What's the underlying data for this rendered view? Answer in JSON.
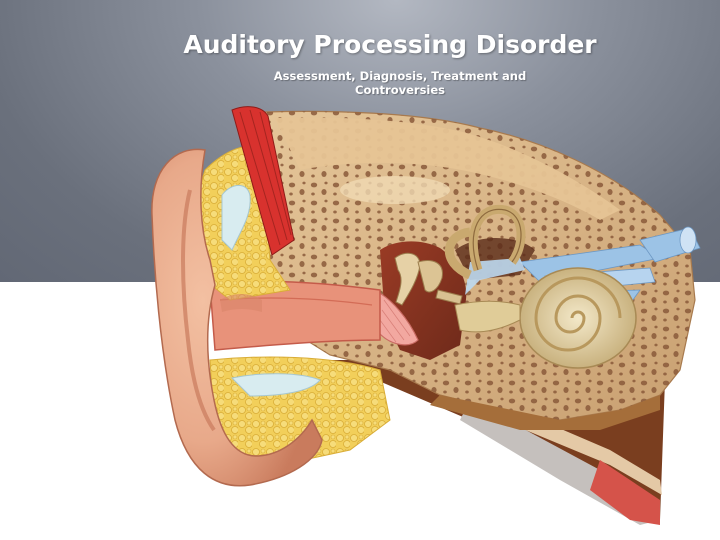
{
  "slide": {
    "title": "Auditory Processing Disorder",
    "subtitle": "Assessment, Diagnosis, Treatment and Controversies"
  },
  "illustration": {
    "subject": "ear-anatomy-cross-section",
    "colors": {
      "skin": "#e8a98a",
      "skin_shadow": "#cf8568",
      "bone": "#d9b88a",
      "bone_pores": "#8a5a3a",
      "fat": "#f2cf5a",
      "muscle": "#d8322e",
      "cochlea": "#e6d6a8",
      "nerve": "#9cc3e6",
      "canal_tissue": "#b4462e"
    }
  }
}
